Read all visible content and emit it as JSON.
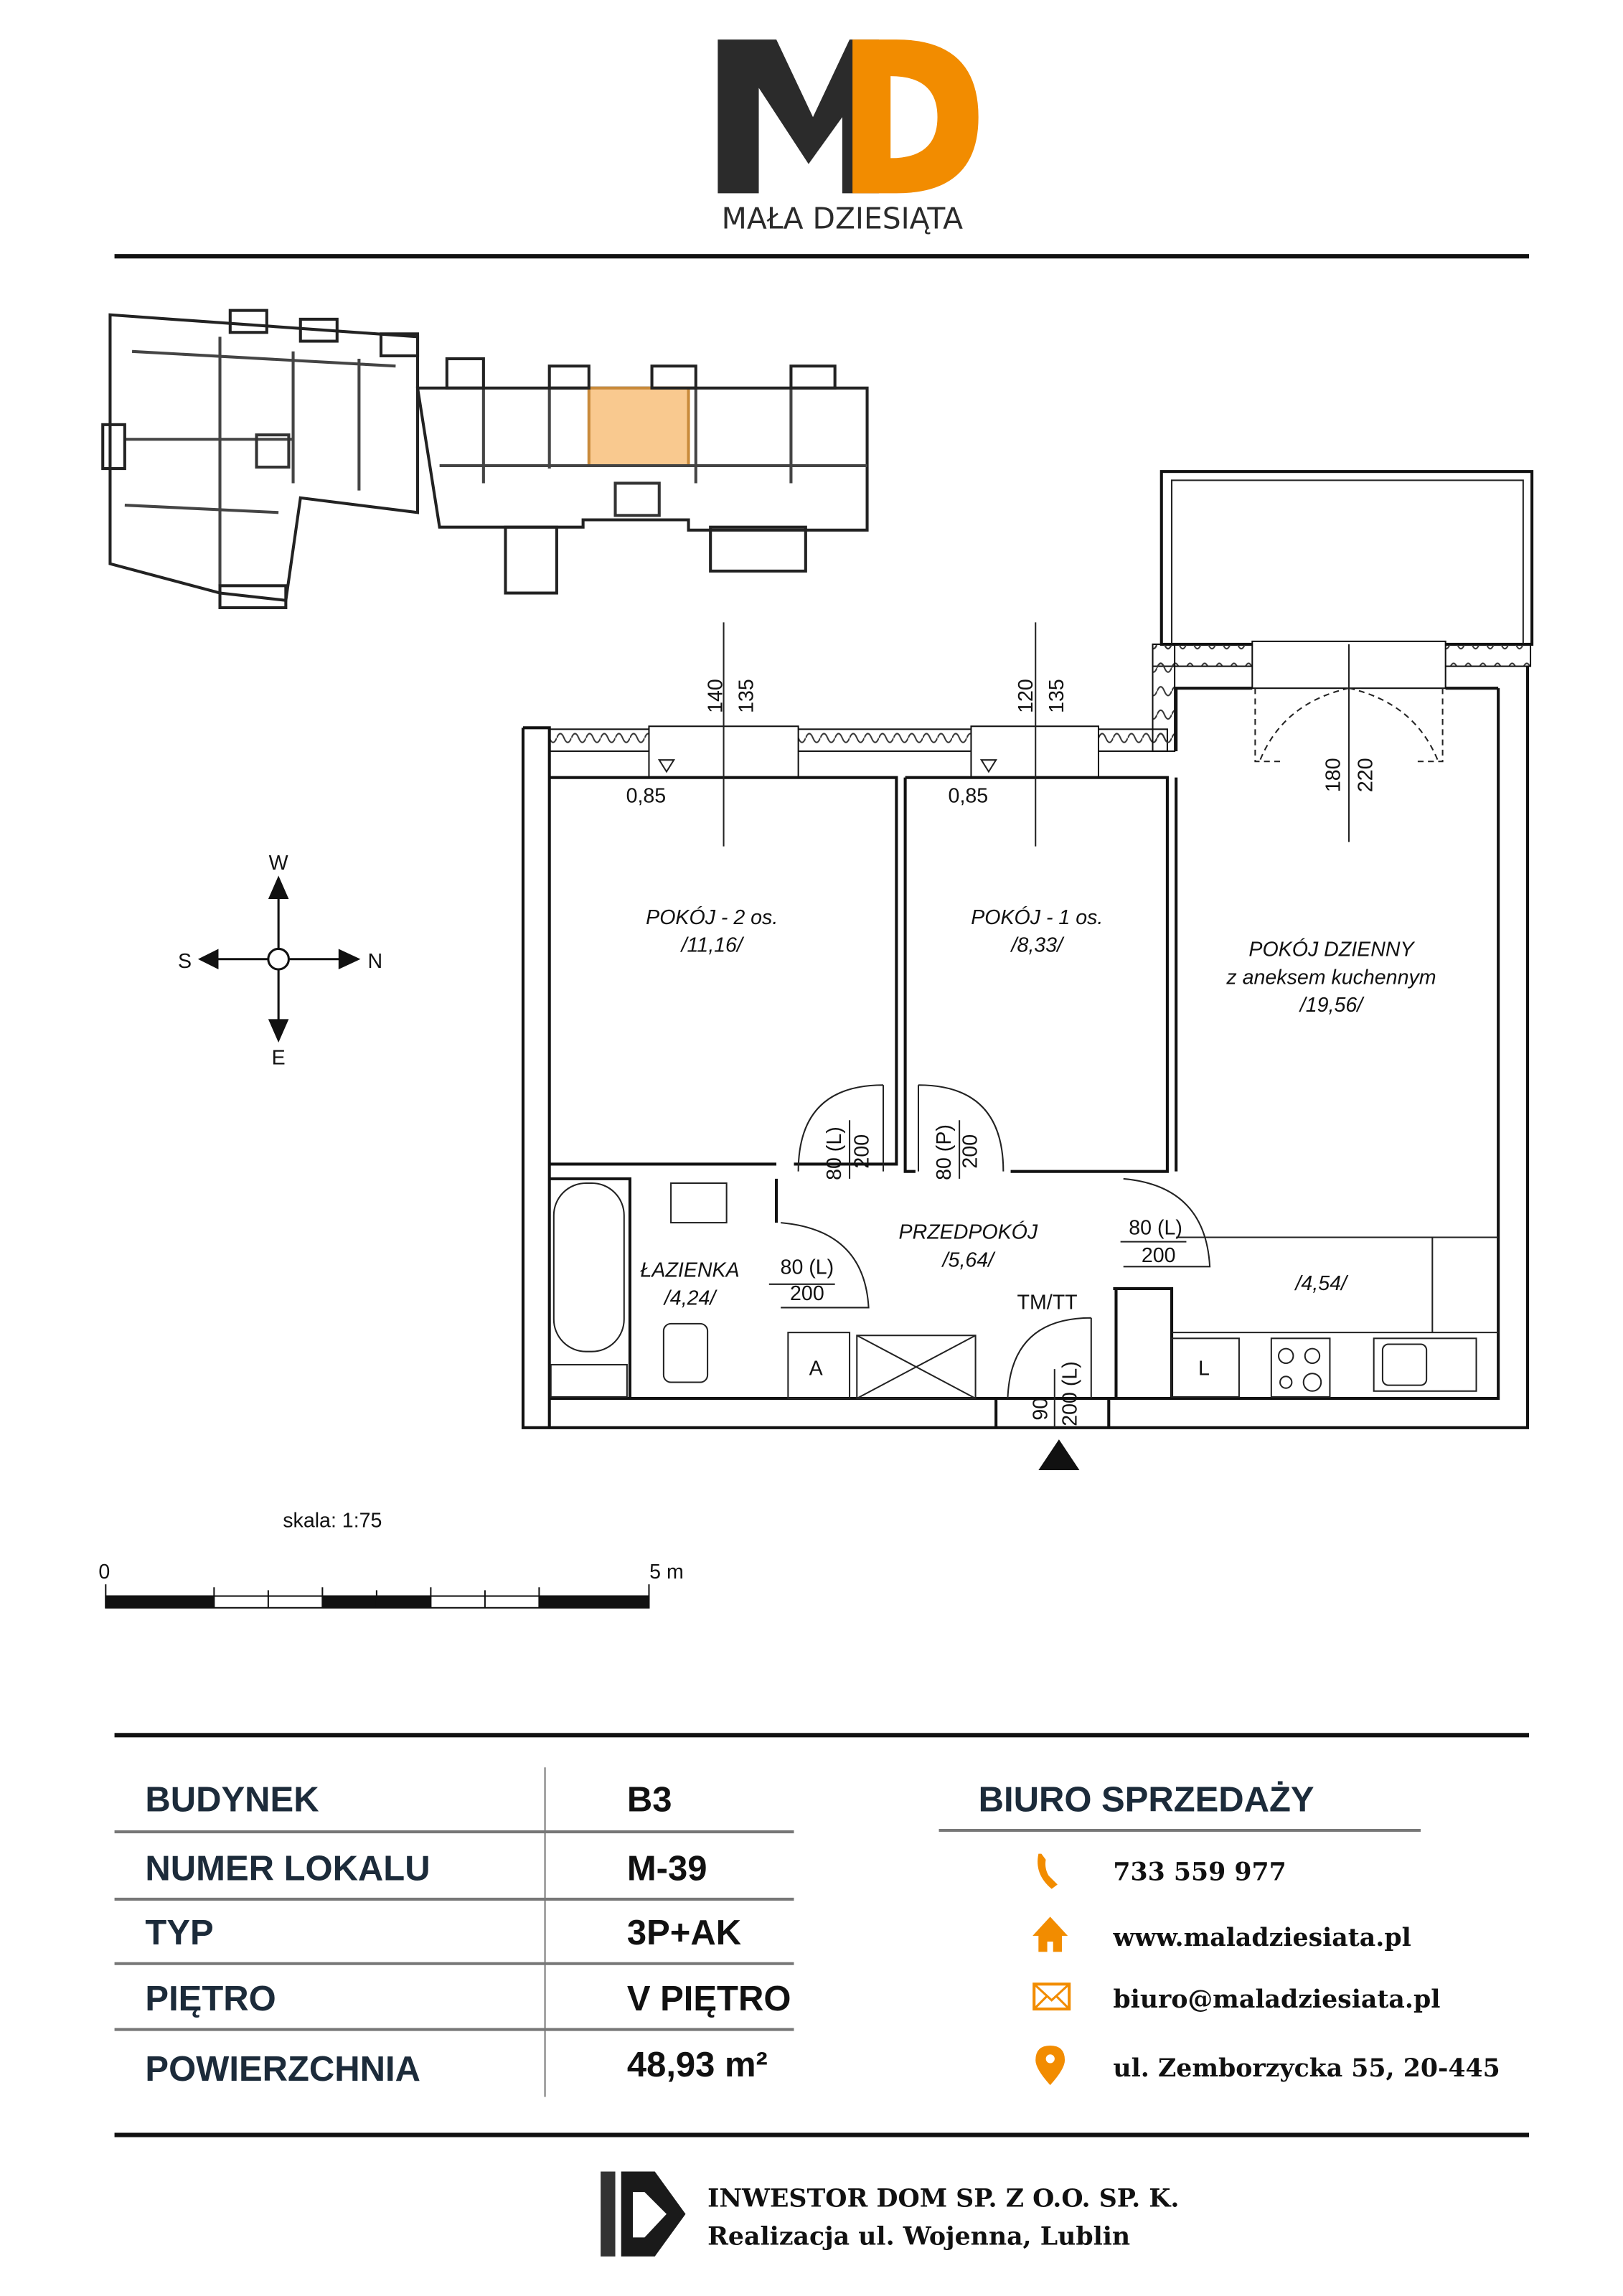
{
  "brand": {
    "name": "MAŁA DZIESIĄTA",
    "accent": "#f28c00",
    "dark": "#2b2b2b",
    "navy": "#1c2b3a"
  },
  "compass": {
    "w": "W",
    "e": "E",
    "s": "S",
    "n": "N"
  },
  "plan": {
    "rooms": [
      {
        "name": "POKÓJ - 2 os.",
        "area": "/11,16/"
      },
      {
        "name": "POKÓJ - 1 os.",
        "area": "/8,33/"
      },
      {
        "name": "POKÓJ DZIENNY",
        "sub": "z aneksem kuchennym",
        "area": "/19,56/"
      },
      {
        "name": "ŁAZIENKA",
        "area": "/4,24/"
      },
      {
        "name": "PRZEDPOKÓJ",
        "area": "/5,64/"
      },
      {
        "name": "",
        "area": "/4,54/"
      }
    ],
    "windows": [
      {
        "w": "140",
        "h": "135",
        "sill": "0,85"
      },
      {
        "w": "120",
        "h": "135",
        "sill": "0,85"
      },
      {
        "w": "180",
        "h": "220"
      }
    ],
    "doors": [
      {
        "w": "80 (L)",
        "h": "200"
      },
      {
        "w": "80 (P)",
        "h": "200"
      },
      {
        "w": "80 (L)",
        "h": "200"
      },
      {
        "w": "80 (L)",
        "h": "200"
      },
      {
        "w": "90",
        "h": "200 (L)"
      }
    ],
    "tmtt": "TM/TT",
    "a_label": "A",
    "l_label": "L"
  },
  "scale": {
    "label": "skala: 1:75",
    "start": "0",
    "end": "5 m"
  },
  "info": [
    {
      "label": "BUDYNEK",
      "value": "B3"
    },
    {
      "label": "NUMER LOKALU",
      "value": "M-39"
    },
    {
      "label": "TYP",
      "value": "3P+AK"
    },
    {
      "label": "PIĘTRO",
      "value": "V PIĘTRO"
    },
    {
      "label": "POWIERZCHNIA",
      "value": "48,93 m²"
    }
  ],
  "sales": {
    "title": "BIURO SPRZEDAŻY",
    "contacts": [
      {
        "icon": "phone-icon",
        "text": "733 559 977"
      },
      {
        "icon": "home-icon",
        "text": "www.maladziesiata.pl"
      },
      {
        "icon": "mail-icon",
        "text": "biuro@maladziesiata.pl"
      },
      {
        "icon": "location-pin-icon",
        "text": "ul. Zemborzycka 55, 20-445"
      }
    ]
  },
  "footer": {
    "company": "INWESTOR DOM SP. Z O.O. SP. K.",
    "project": "Realizacja ul. Wojenna, Lublin"
  }
}
